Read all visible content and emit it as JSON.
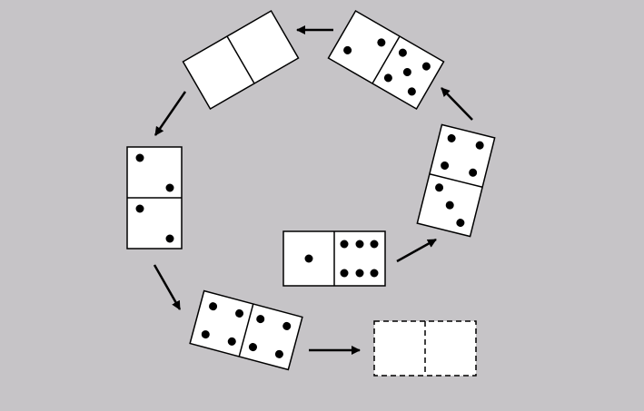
{
  "colors": {
    "background": "#c6c4c7",
    "tile_fill": "#ffffff",
    "tile_stroke": "#000000",
    "pip": "#000000",
    "arrow": "#000000"
  },
  "puzzle": {
    "sequence_order": [
      "domino-1-6",
      "domino-4-3",
      "domino-2-5",
      "domino-blank-blank",
      "domino-2-2",
      "domino-4-4",
      "answer-slot"
    ],
    "dominoes": [
      {
        "id": "domino-1-6",
        "top_or_left_pips": 1,
        "bottom_or_right_pips": 6
      },
      {
        "id": "domino-4-3",
        "top_or_left_pips": 4,
        "bottom_or_right_pips": 3
      },
      {
        "id": "domino-2-5",
        "top_or_left_pips": 2,
        "bottom_or_right_pips": 5
      },
      {
        "id": "domino-blank-blank",
        "top_or_left_pips": 0,
        "bottom_or_right_pips": 0
      },
      {
        "id": "domino-2-2",
        "top_or_left_pips": 2,
        "bottom_or_right_pips": 2
      },
      {
        "id": "domino-4-4",
        "top_or_left_pips": 4,
        "bottom_or_right_pips": 4
      }
    ],
    "answer_slot": {
      "id": "answer-slot",
      "style": "dashed",
      "top_or_left_pips": null,
      "bottom_or_right_pips": null
    },
    "arrow_icons": [
      "arrow-up-right-icon",
      "arrow-up-left-icon",
      "arrow-left-icon",
      "arrow-down-left-icon",
      "arrow-down-right-icon",
      "arrow-right-icon"
    ]
  }
}
